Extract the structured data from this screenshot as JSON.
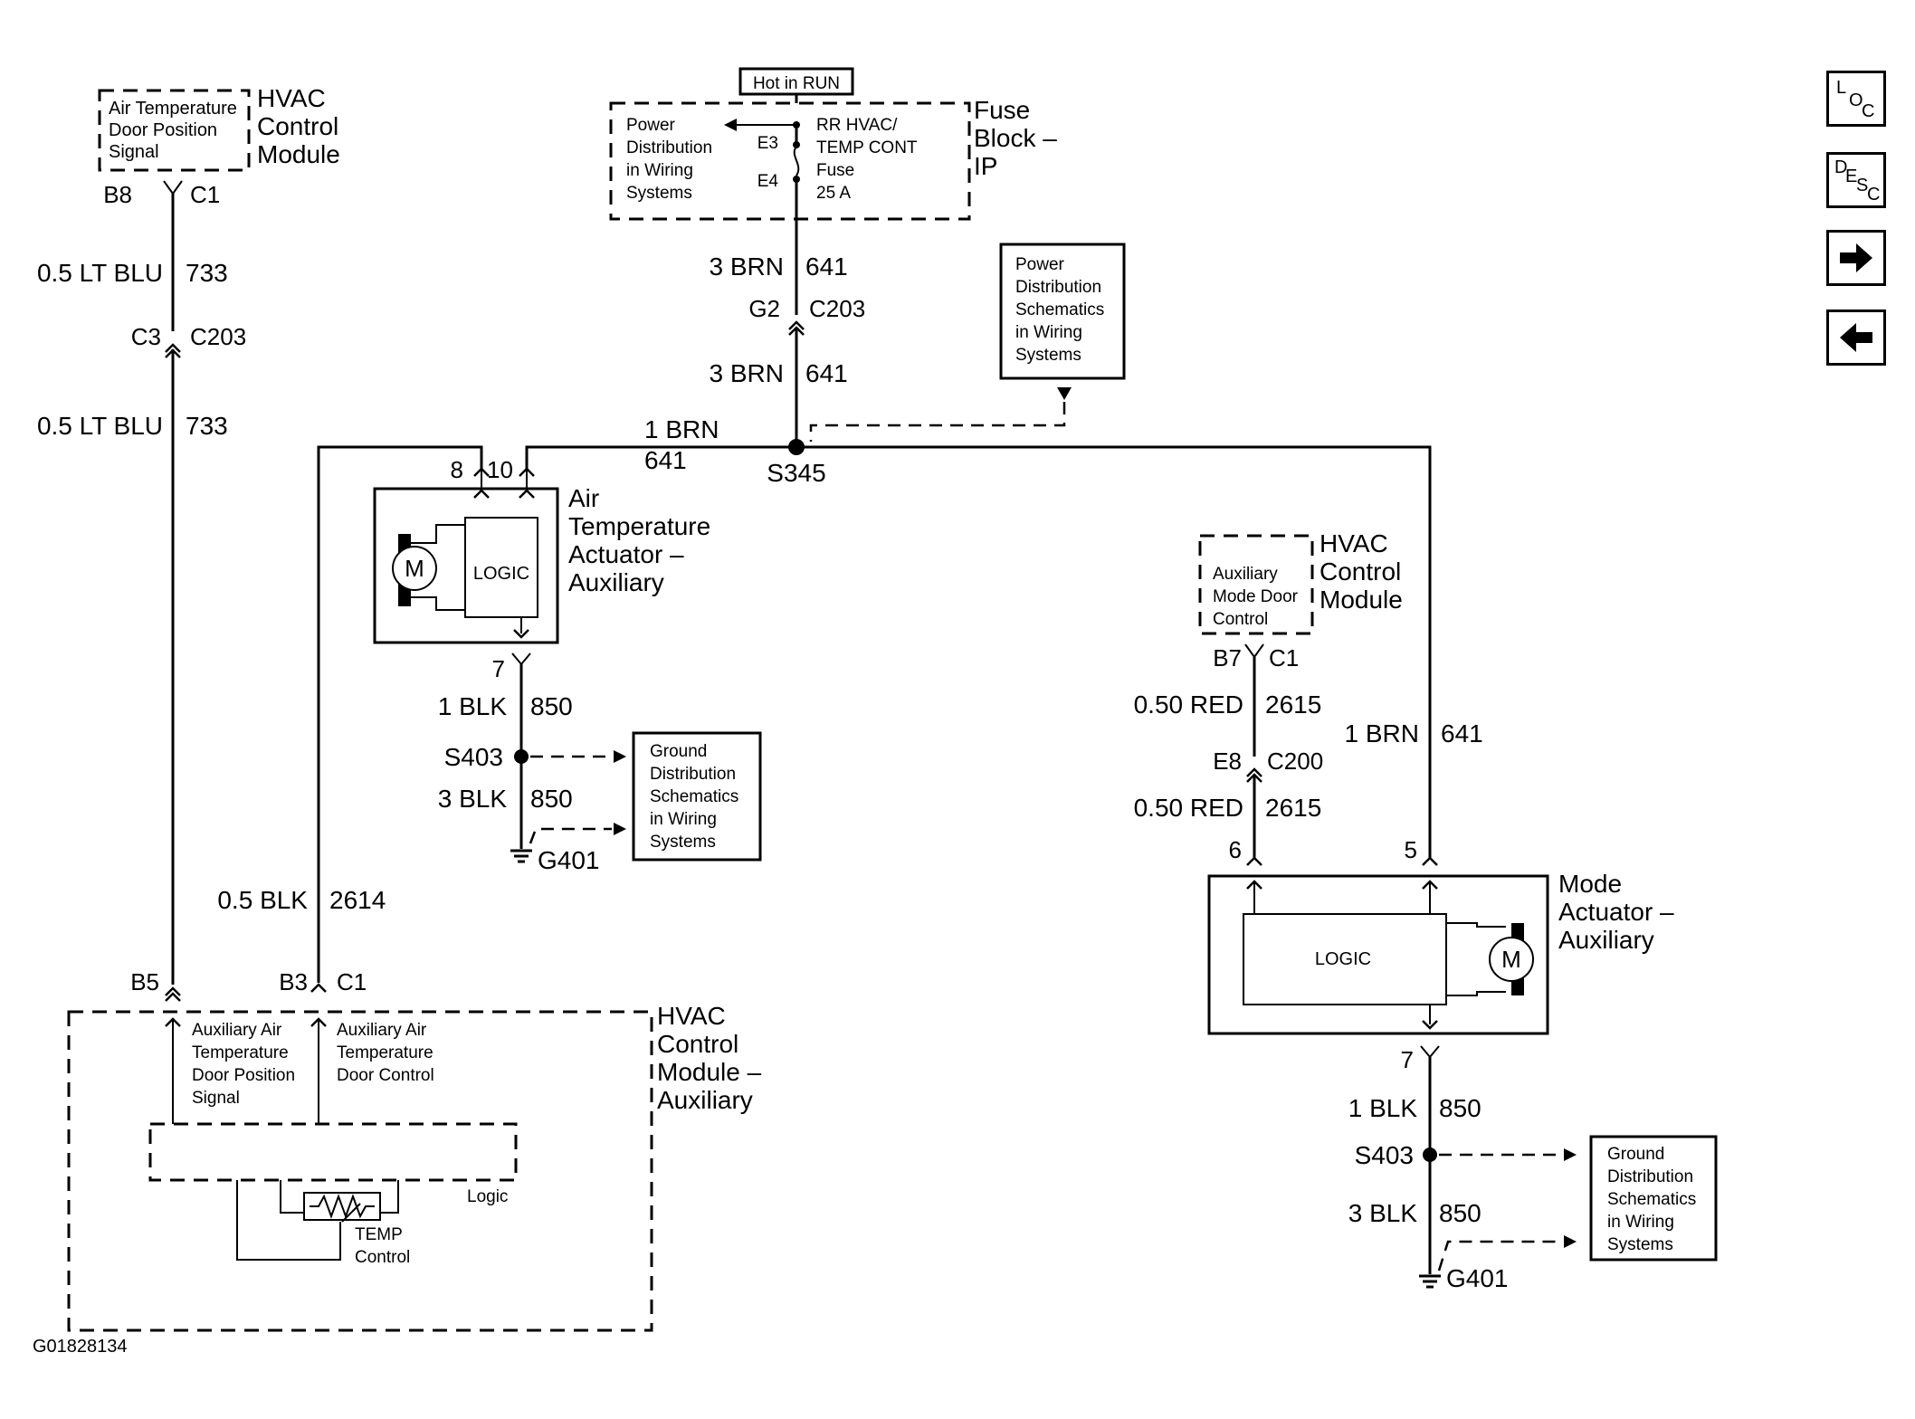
{
  "figure_id": "G01828134",
  "nav": {
    "loc": [
      "L",
      "O",
      "C"
    ],
    "desc": [
      "D",
      "E",
      "S",
      "C"
    ]
  },
  "hvac_top": {
    "inner": [
      "Air Temperature",
      "Door Position",
      "Signal"
    ],
    "title": [
      "HVAC",
      "Control",
      "Module"
    ],
    "pin": "B8",
    "conn": "C1"
  },
  "left_wire": {
    "w1": "0.5 LT BLU",
    "c1": "733",
    "pin": "C3",
    "conn": "C203",
    "w2": "0.5 LT BLU",
    "c2": "733"
  },
  "fuse_block": {
    "hot": "Hot in RUN",
    "power_dist": [
      "Power",
      "Distribution",
      "in Wiring",
      "Systems"
    ],
    "e3": "E3",
    "e4": "E4",
    "fuse": [
      "RR HVAC/",
      "TEMP CONT",
      "Fuse",
      "25 A"
    ],
    "title": [
      "Fuse",
      "Block –",
      "IP"
    ]
  },
  "center_wire": {
    "w1": "3 BRN",
    "c1": "641",
    "pin": "G2",
    "conn": "C203",
    "w2": "3 BRN",
    "c2": "641",
    "splice_wire": "1 BRN",
    "splice_circ": "641",
    "splice": "S345"
  },
  "power_ref": [
    "Power",
    "Distribution",
    "Schematics",
    "in Wiring",
    "Systems"
  ],
  "air_temp_actuator": {
    "pin8": "8",
    "pin10": "10",
    "pin7": "7",
    "motor": "M",
    "logic": "LOGIC",
    "title": [
      "Air",
      "Temperature",
      "Actuator –",
      "Auxiliary"
    ]
  },
  "ground_left": {
    "w1": "1 BLK",
    "c1": "850",
    "splice": "S403",
    "w2": "3 BLK",
    "c2": "850",
    "ground": "G401",
    "ref": [
      "Ground",
      "Distribution",
      "Schematics",
      "in Wiring",
      "Systems"
    ]
  },
  "mid_wire": {
    "w": "0.5 BLK",
    "c": "2614"
  },
  "hvac_aux": {
    "b5": "B5",
    "b3": "B3",
    "conn": "C1",
    "sig1": [
      "Auxiliary Air",
      "Temperature",
      "Door Position",
      "Signal"
    ],
    "sig2": [
      "Auxiliary Air",
      "Temperature",
      "Door Control"
    ],
    "logic": "Logic",
    "temp": [
      "TEMP",
      "Control"
    ],
    "title": [
      "HVAC",
      "Control",
      "Module –",
      "Auxiliary"
    ]
  },
  "hvac_right": {
    "inner": [
      "Auxiliary",
      "Mode Door",
      "Control"
    ],
    "title": [
      "HVAC",
      "Control",
      "Module"
    ],
    "pin": "B7",
    "conn": "C1",
    "w1": "0.50 RED",
    "c1": "2615",
    "pin2": "E8",
    "conn2": "C200",
    "w2": "0.50 RED",
    "c2": "2615",
    "brn": "1 BRN",
    "brn_c": "641"
  },
  "mode_actuator": {
    "pin6": "6",
    "pin5": "5",
    "pin7": "7",
    "logic": "LOGIC",
    "motor": "M",
    "title": [
      "Mode",
      "Actuator –",
      "Auxiliary"
    ]
  },
  "ground_right": {
    "w1": "1 BLK",
    "c1": "850",
    "splice": "S403",
    "w2": "3 BLK",
    "c2": "850",
    "ground": "G401",
    "ref": [
      "Ground",
      "Distribution",
      "Schematics",
      "in Wiring",
      "Systems"
    ]
  }
}
